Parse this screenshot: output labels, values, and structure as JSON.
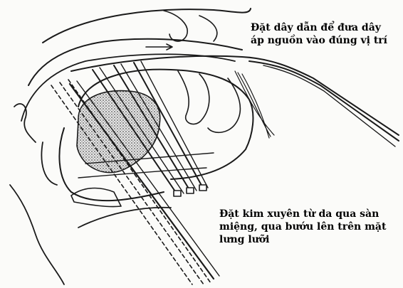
{
  "labels": {
    "top": {
      "line1": "Đặt dây dẫn để đưa dây",
      "line2": "áp nguồn vào đúng vị trí"
    },
    "bottom": {
      "line1": "Đặt kim xuyên từ da qua sàn",
      "line2": "miệng, qua bướu lên trên mặt",
      "line3": "lưng lưỡi"
    }
  },
  "colors": {
    "ink": "#1a1a1a",
    "background": "#fbfbf9",
    "tumor_fill": "#bdbdbd"
  }
}
